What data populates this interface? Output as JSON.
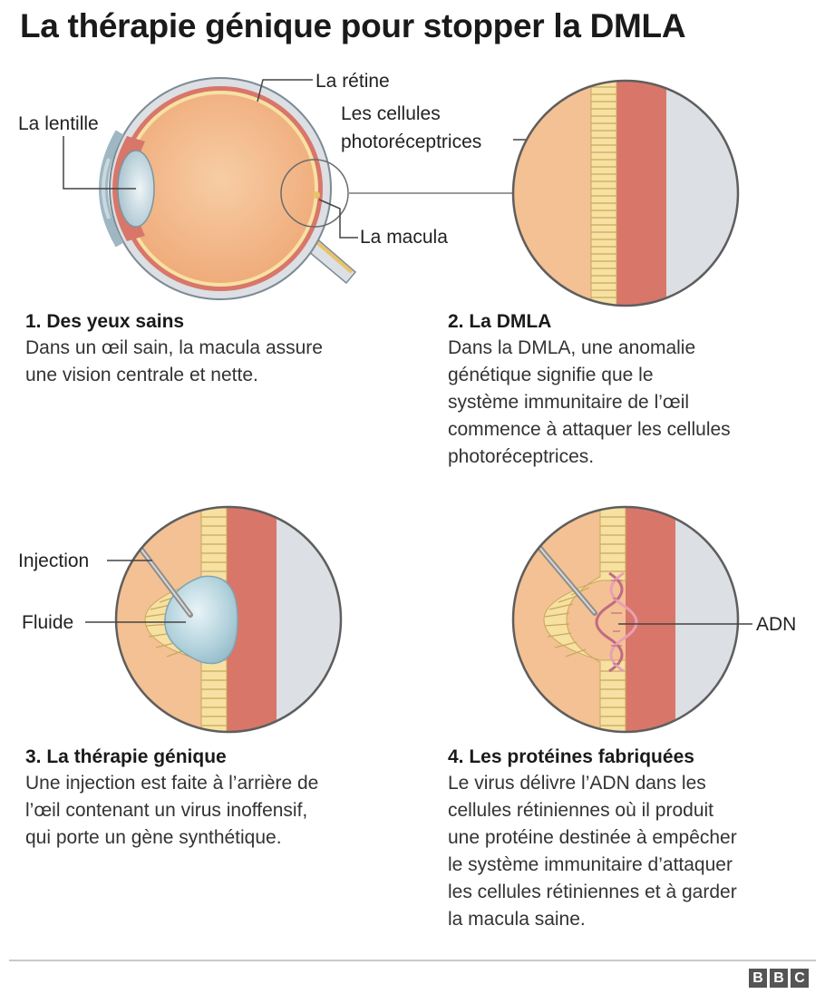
{
  "title": "La thérapie génique pour stopper la DMLA",
  "labels": {
    "lens": "La lentille",
    "retina": "La rétine",
    "photoreceptors_line1": "Les cellules",
    "photoreceptors_line2": "photoréceptrices",
    "macula": "La macula",
    "injection": "Injection",
    "fluid": "Fluide",
    "dna": "ADN"
  },
  "steps": [
    {
      "title": "1. Des yeux sains",
      "lines": [
        "Dans un œil sain, la macula assure",
        "une vision centrale et nette."
      ]
    },
    {
      "title": "2. La DMLA",
      "lines": [
        "Dans la DMLA, une anomalie",
        "génétique signifie que le",
        "système immunitaire de l’œil",
        "commence à attaquer les cellules",
        "photoréceptrices."
      ]
    },
    {
      "title": "3. La thérapie génique",
      "lines": [
        "Une injection est faite à l’arrière de",
        "l’œil contenant un virus inoffensif,",
        "qui porte un gène synthétique."
      ]
    },
    {
      "title": "4. Les protéines fabriquées",
      "lines": [
        "Le virus délivre l’ADN dans les",
        "cellules rétiniennes où il produit",
        "une protéine destinée à empêcher",
        "le système immunitaire d’attaquer",
        "les cellules rétiniennes et à garder",
        "la macula saine."
      ]
    }
  ],
  "logo": [
    "B",
    "B",
    "C"
  ],
  "colors": {
    "eyeball": "#f3b98a",
    "retina": "#d9766a",
    "cells": "#f6e1a2",
    "sclera": "#dcdfe3",
    "fluid": "#a9cad6",
    "dna": "#c06a85"
  }
}
